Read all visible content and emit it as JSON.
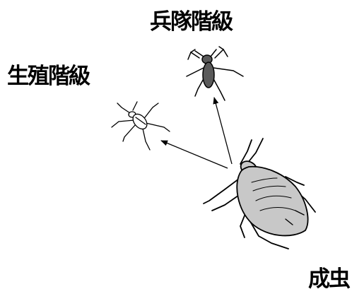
{
  "labels": {
    "soldier_caste": "兵隊階級",
    "reproductive_caste": "生殖階級",
    "adult": "成虫"
  },
  "colors": {
    "ink": "#000000",
    "adult_body_fill": "#c8c8c8",
    "soldier_body_fill": "#5a5a5a",
    "reproductive_body_fill": "#ffffff"
  },
  "icons": [
    "adult-aphid-icon",
    "soldier-aphid-icon",
    "reproductive-aphid-icon"
  ]
}
